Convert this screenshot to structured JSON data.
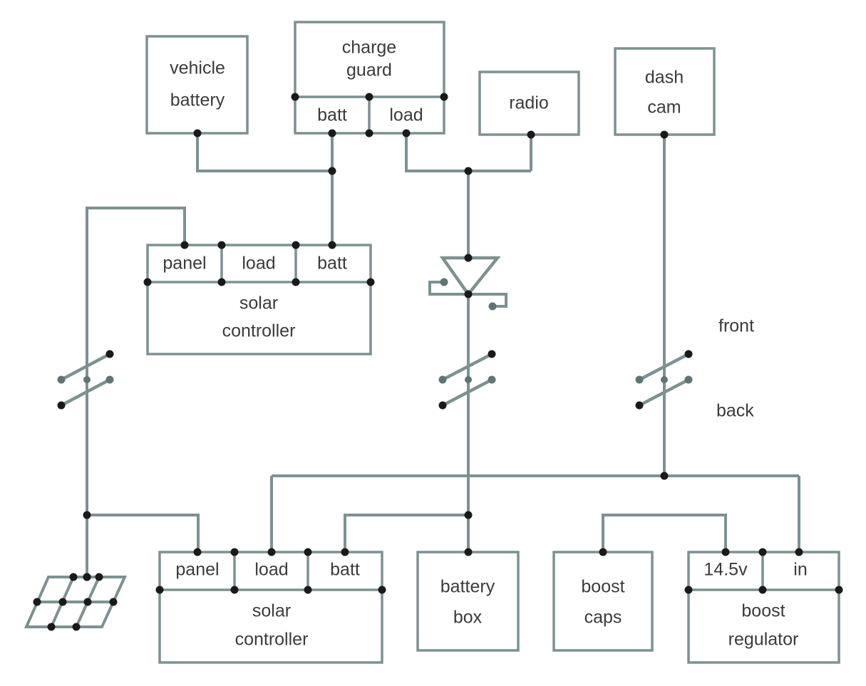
{
  "diagram": {
    "title": "vehicle solar power wiring diagram",
    "colors": {
      "wire": "#7d9191",
      "box_border": "#7d9191",
      "text": "#3b3b3b",
      "node": "#1a1a1a",
      "background": "#ffffff"
    },
    "boxes": [
      {
        "id": "vehicle-battery",
        "name": "vehicle-battery",
        "lines": [
          "vehicle",
          "battery"
        ],
        "terminals": []
      },
      {
        "id": "charge-guard",
        "name": "charge-guard",
        "lines": [
          "charge",
          "guard"
        ],
        "terminals": [
          "batt",
          "load"
        ]
      },
      {
        "id": "radio",
        "name": "radio",
        "lines": [
          "radio"
        ],
        "terminals": []
      },
      {
        "id": "dash-cam",
        "name": "dash-cam",
        "lines": [
          "dash",
          "cam"
        ],
        "terminals": []
      },
      {
        "id": "solar-controller-top",
        "name": "solar-controller-top",
        "lines": [
          "solar",
          "controller"
        ],
        "terminals": [
          "panel",
          "load",
          "batt"
        ]
      },
      {
        "id": "solar-controller-bottom",
        "name": "solar-controller-bottom",
        "lines": [
          "solar",
          "controller"
        ],
        "terminals": [
          "panel",
          "load",
          "batt"
        ]
      },
      {
        "id": "battery-box",
        "name": "battery-box",
        "lines": [
          "battery",
          "box"
        ],
        "terminals": []
      },
      {
        "id": "boost-caps",
        "name": "boost-caps",
        "lines": [
          "boost",
          "caps"
        ],
        "terminals": []
      },
      {
        "id": "boost-regulator",
        "name": "boost-regulator",
        "lines": [
          "boost",
          "regulator"
        ],
        "terminals": [
          "14.5v",
          "in"
        ]
      }
    ],
    "free_labels": [
      {
        "id": "front",
        "text": "front"
      },
      {
        "id": "back",
        "text": "back"
      }
    ],
    "symbols": [
      {
        "id": "solar-panel-array",
        "name": "solar-panel-icon",
        "type": "solar-panel"
      },
      {
        "id": "diode-symbol",
        "name": "diode-icon",
        "type": "diode"
      },
      {
        "id": "switch-left",
        "name": "double-pole-switch-left",
        "type": "switch"
      },
      {
        "id": "switch-middle",
        "name": "double-pole-switch-middle",
        "type": "switch"
      },
      {
        "id": "switch-right",
        "name": "double-pole-switch-right",
        "type": "switch"
      }
    ],
    "text": {
      "vehicle": "vehicle",
      "battery": "battery",
      "charge": "charge",
      "guard": "guard",
      "batt": "batt",
      "load": "load",
      "radio": "radio",
      "dash": "dash",
      "cam": "cam",
      "panel": "panel",
      "solar": "solar",
      "controller": "controller",
      "battery_box_1": "battery",
      "battery_box_2": "box",
      "boost": "boost",
      "caps": "caps",
      "volts": "14.5v",
      "in": "in",
      "regulator": "regulator",
      "front": "front",
      "back": "back"
    }
  }
}
